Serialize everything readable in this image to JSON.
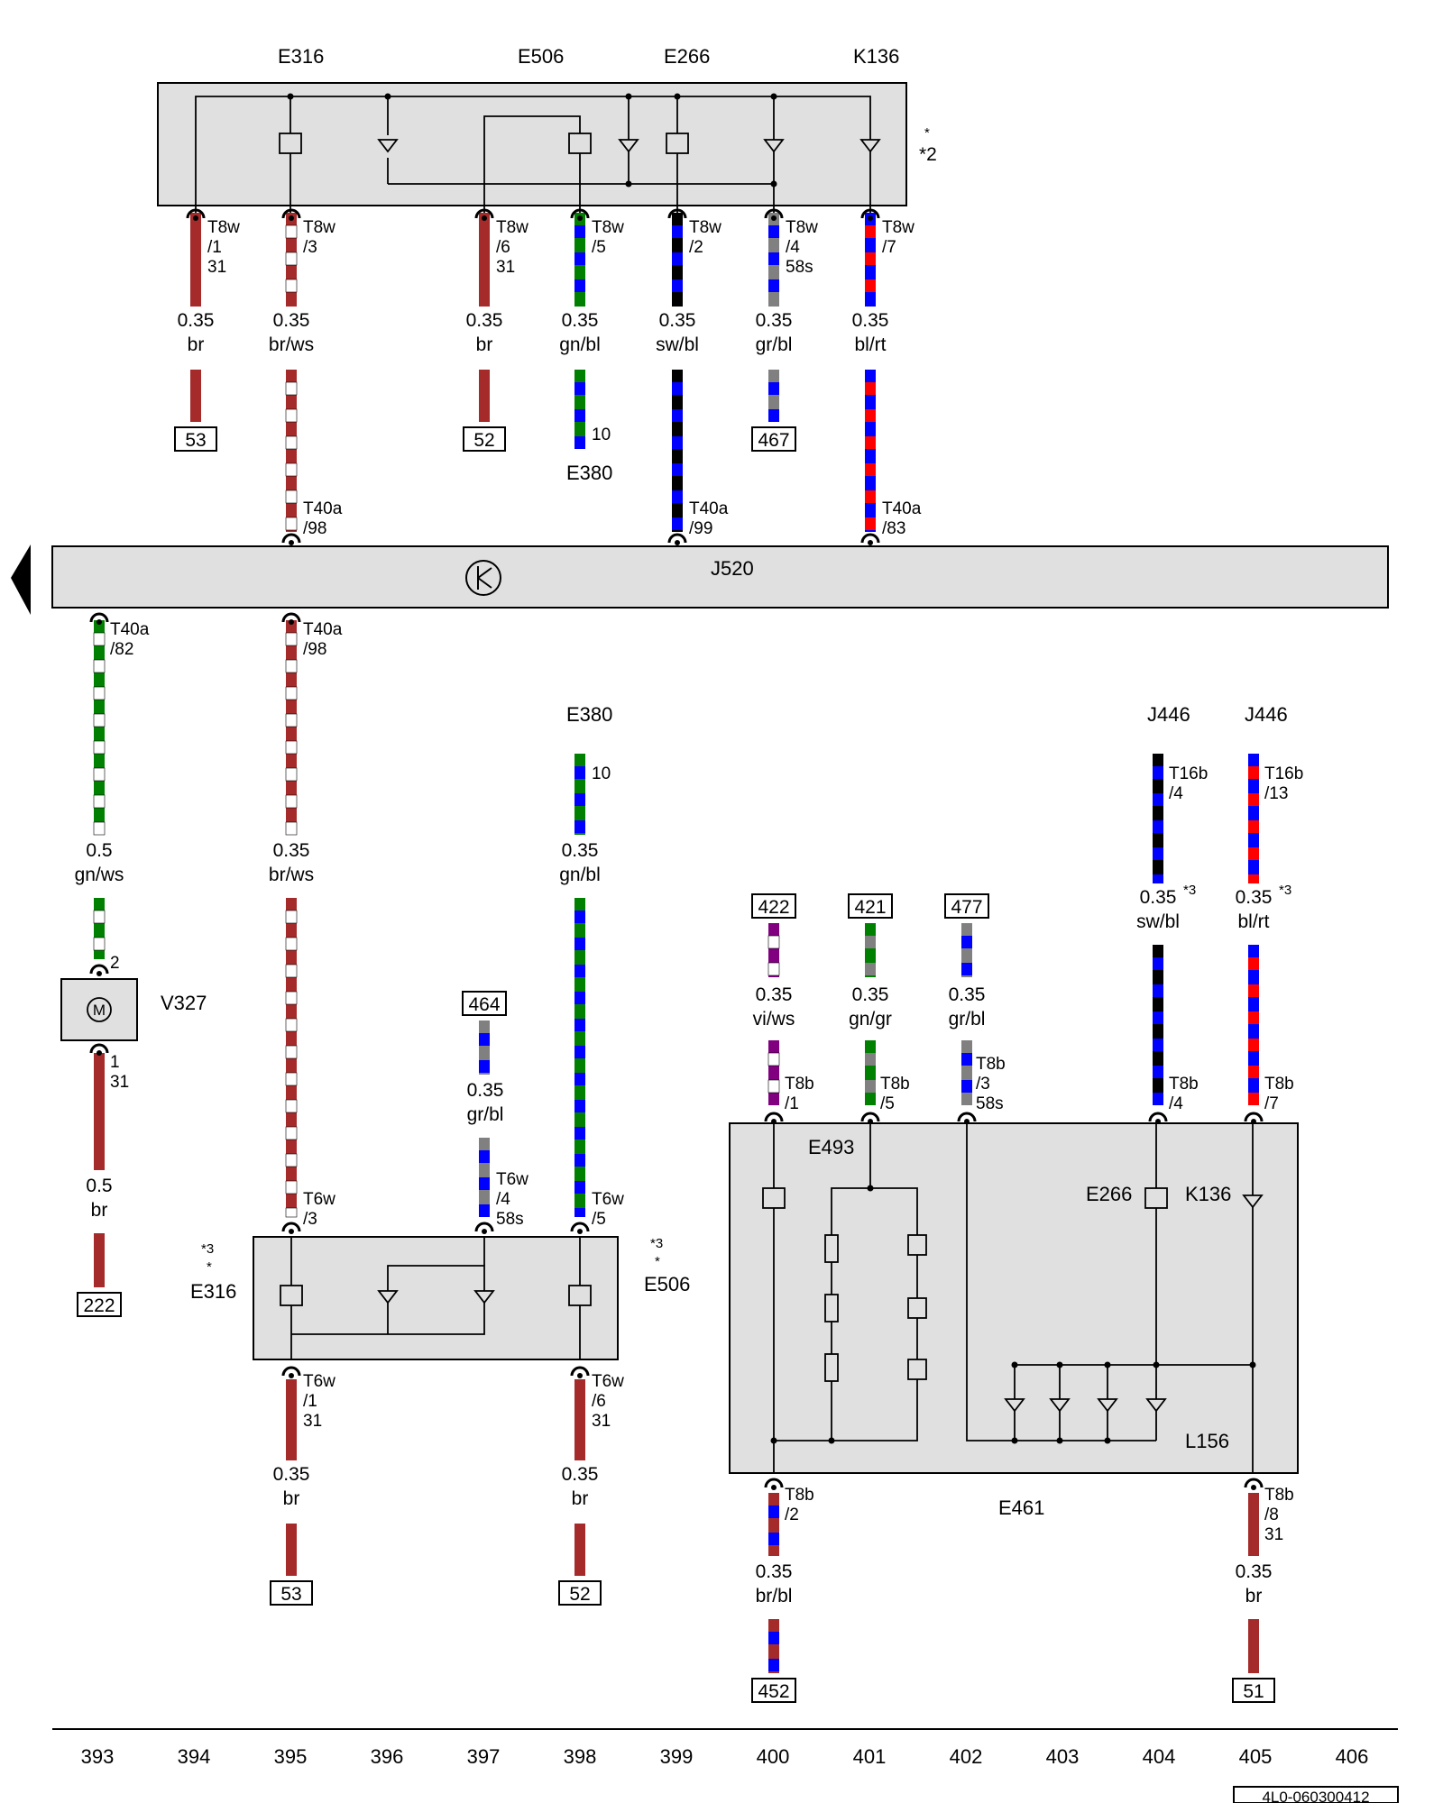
{
  "components": {
    "e316_top": "E316",
    "e506_top": "E506",
    "e266_top": "E266",
    "k136_top": "K136",
    "note_star": "*",
    "note_star2": "*2",
    "e380_a": "E380",
    "e380_b": "E380",
    "j520": "J520",
    "j446_a": "J446",
    "j446_b": "J446",
    "v327": "V327",
    "v327_symbol": "M",
    "e316_bot": "E316",
    "e506_bot": "E506",
    "note3_a": "*3",
    "note_star_a": "*",
    "note3_b": "*3",
    "note_star_b": "*",
    "e493": "E493",
    "e266_bot": "E266",
    "k136_bot": "K136",
    "l156": "L156",
    "e461": "E461"
  },
  "pins": {
    "t8w_1": "T8w\n/1\n31",
    "t8w_3": "T8w\n/3",
    "t8w_6": "T8w\n/6\n31",
    "t8w_5": "T8w\n/5",
    "t8w_2": "T8w\n/2",
    "t8w_4": "T8w\n/4\n58s",
    "t8w_7": "T8w\n/7",
    "e380_pin_a": "10",
    "e380_pin_b": "10",
    "t40a_98_top": "T40a\n/98",
    "t40a_99": "T40a\n/99",
    "t40a_83": "T40a\n/83",
    "t40a_82": "T40a\n/82",
    "t40a_98_bot": "T40a\n/98",
    "t16b_4": "T16b\n/4",
    "t16b_13": "T16b\n/13",
    "v327_2": "2",
    "v327_1": "1\n31",
    "t6w_3": "T6w\n/3",
    "t6w_4": "T6w\n/4\n58s",
    "t6w_5": "T6w\n/5",
    "t6w_1": "T6w\n/1\n31",
    "t6w_6": "T6w\n/6\n31",
    "t8b_1": "T8b\n/1",
    "t8b_5": "T8b\n/5",
    "t8b_3": "T8b\n/3\n58s",
    "t8b_4": "T8b\n/4",
    "t8b_7": "T8b\n/7",
    "t8b_2": "T8b\n/2",
    "t8b_8": "T8b\n/8\n31"
  },
  "wires": {
    "w1": "0.35\nbr",
    "w2": "0.35\nbr/ws",
    "w3": "0.35\nbr",
    "w4": "0.35\ngn/bl",
    "w5": "0.35\nsw/bl",
    "w6": "0.35\ngr/bl",
    "w7": "0.35\nbl/rt",
    "w8": "0.5\ngn/ws",
    "w9": "0.35\nbr/ws",
    "w10": "0.35\ngn/bl",
    "w11": "0.35\nsw/bl",
    "w12": "0.35\nbl/rt",
    "w11_note": "*3",
    "w12_note": "*3",
    "w13": "0.5\nbr",
    "w14": "0.35\ngr/bl",
    "w15": "0.35\nvi/ws",
    "w16": "0.35\ngn/gr",
    "w17": "0.35\ngr/bl",
    "w18": "0.35\nbr",
    "w19": "0.35\nbr",
    "w20": "0.35\nbr/bl",
    "w21": "0.35\nbr"
  },
  "refs": {
    "r53a": "53",
    "r52a": "52",
    "r467": "467",
    "r222": "222",
    "r464": "464",
    "r422": "422",
    "r421": "421",
    "r477": "477",
    "r53b": "53",
    "r52b": "52",
    "r452": "452",
    "r51": "51"
  },
  "columns": [
    "393",
    "394",
    "395",
    "396",
    "397",
    "398",
    "399",
    "400",
    "401",
    "402",
    "403",
    "404",
    "405",
    "406"
  ],
  "doc_code": "4L0-060300412",
  "wire_colors": {
    "br": "#a52a2a",
    "ws": "#ffffff",
    "gn": "#008000",
    "bl": "#0000ff",
    "sw": "#000000",
    "gr": "#808080",
    "rt": "#ff0000",
    "vi": "#800080"
  },
  "box_fill": "#e0e0e0"
}
